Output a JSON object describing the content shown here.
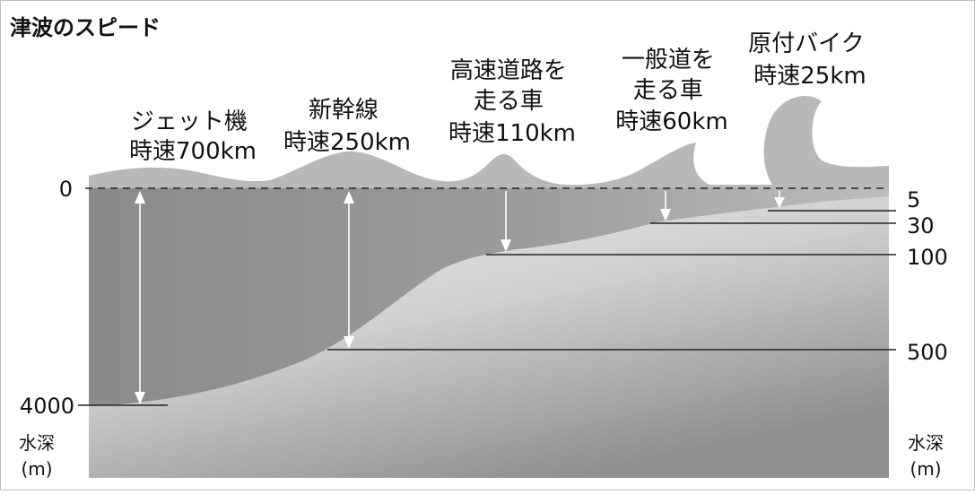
{
  "title": "津波のスピード",
  "vehicles": [
    {
      "lines": [
        "ジェット機",
        "時速700km"
      ],
      "depth_m": 4000
    },
    {
      "lines": [
        "新幹線",
        "時速250km"
      ],
      "depth_m": 500
    },
    {
      "lines": [
        "高速道路を",
        "走る車",
        "時速110km"
      ],
      "depth_m": 100
    },
    {
      "lines": [
        "一般道を",
        "走る車",
        "時速60km"
      ],
      "depth_m": 30
    },
    {
      "lines": [
        "原付バイク",
        "時速25km"
      ],
      "depth_m": 5
    }
  ],
  "depth_ticks": {
    "left": [
      "0",
      "4000"
    ],
    "right": [
      "5",
      "30",
      "100",
      "500"
    ]
  },
  "axis_unit": {
    "label": "水深",
    "unit": "(m)"
  },
  "colors": {
    "deep_sea": "#8c8c8c",
    "shallow_sea": "#a9a9a9",
    "seabed_light": "#e9e9e9",
    "seabed_dark": "#8a8a8a",
    "wave": "#b9b9b9",
    "arrow": "#ffffff",
    "line": "#222222"
  }
}
